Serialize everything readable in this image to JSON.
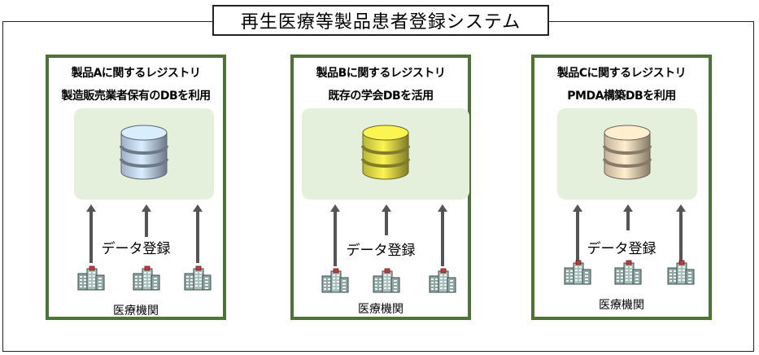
{
  "title": "再生医療等製品患者登録システム",
  "panels": [
    {
      "heading1": "製品Aに関するレジストリ",
      "heading2": "製造販売業者保有のDBを利用",
      "register_label": "データ登録",
      "institution_label": "医療機関",
      "db_color": "#c8dcf6"
    },
    {
      "heading1": "製品Bに関するレジストリ",
      "heading2": "既存の学会DBを活用",
      "register_label": "データ登録",
      "institution_label": "医療機関",
      "db_color": "#e9e24a"
    },
    {
      "heading1": "製品Cに関するレジストリ",
      "heading2": "PMDA構築DBを利用",
      "register_label": "データ登録",
      "institution_label": "医療機関",
      "db_color": "#f3ddbf"
    }
  ],
  "colors": {
    "panel_border": "#4e7435",
    "db_area": "#e4f0db",
    "arrow": "#555555"
  },
  "icons": {
    "database": "database-icon",
    "hospital": "hospital-building-icon",
    "arrow": "arrow-up-icon"
  }
}
